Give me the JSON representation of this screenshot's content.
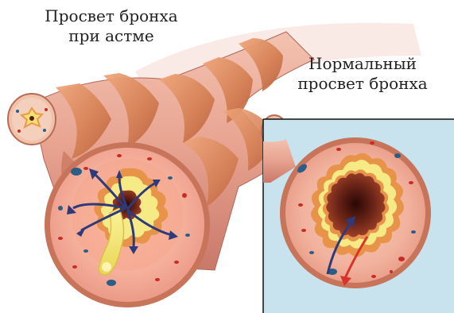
{
  "labels": {
    "asthma_line1": "Просвет бронха",
    "asthma_line2": "при астме",
    "normal_line1": "Нормальный",
    "normal_line2": "просвет бронха"
  },
  "colors": {
    "background": "#ffffff",
    "inset_panel": "#c9e3ee",
    "bronchus_wall": "#f1b7a5",
    "muscle_band": "#d98a5b",
    "mucosa_yellow": "#f6ea86",
    "mucosa_orange": "#e8934a",
    "lumen_dark": "#5b1e14",
    "vessel_red": "#c82a25",
    "vessel_blue": "#2b5d86",
    "airflow_arrow": "#2e3a7a",
    "airflow_out_arrow": "#d8332b"
  }
}
